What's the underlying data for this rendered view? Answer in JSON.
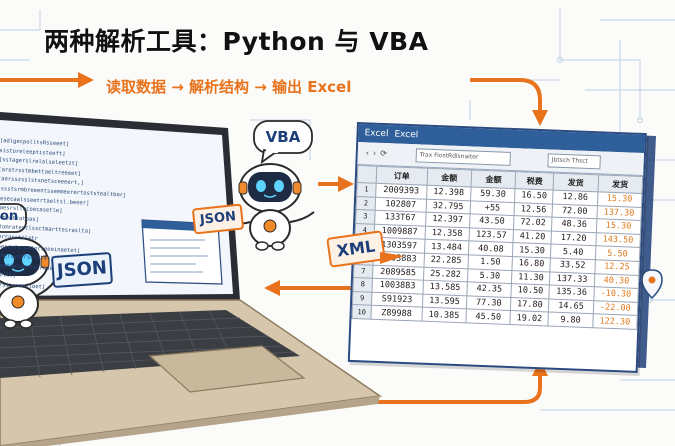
{
  "title": "两种解析工具：Python 与 VBA",
  "flow": "读取数据 → 解析结构 → 输出 Excel",
  "labels": {
    "vba": "VBA",
    "json_card": "JSON",
    "json_big": "JSON",
    "xml": "XML",
    "on": "on"
  },
  "excel": {
    "title_a": "Excel",
    "title_b": "Excel",
    "address": "Trax FiostRdlsnaiter",
    "search": "Jbtsch Thsct",
    "headers": [
      "",
      "订单",
      "金额",
      "金额",
      "税费",
      "发货",
      "发货"
    ],
    "rows": [
      [
        "1",
        "2009393",
        "12.398",
        "59.30",
        "16.50",
        "12.86",
        "15.30"
      ],
      [
        "2",
        "102807",
        "32.795",
        "+55",
        "12.56",
        "72.00",
        "137.30"
      ],
      [
        "3",
        "133T67",
        "12.397",
        "43.50",
        "72.02",
        "48.36",
        "15.30"
      ],
      [
        "4",
        "1009887",
        "12.358",
        "123.57",
        "41.20",
        "17.20",
        "143.50"
      ],
      [
        "5",
        "1303597",
        "13.484",
        "40.08",
        "15.30",
        "5.40",
        "5.50"
      ],
      [
        "6",
        "1003883",
        "22.285",
        "1.50",
        "16.80",
        "33.52",
        "12.25"
      ],
      [
        "7",
        "2089585",
        "25.282",
        "5.30",
        "11.30",
        "137.33",
        "40.30"
      ],
      [
        "8",
        "1003883",
        "13.585",
        "42.35",
        "10.50",
        "135.36",
        "-10.30"
      ],
      [
        "9",
        "S91923",
        "13.595",
        "77.30",
        "17.80",
        "14.65",
        "-22.00"
      ],
      [
        "10",
        "Z89988",
        "10.385",
        "45.50",
        "19.02",
        "9.80",
        "122.30"
      ]
    ]
  },
  "code_lines": [
    "[adlgecpolltsRsseeet]",
    "  sistoreleeptisteeft]",
    "    [sstagerslrelalseleetzt]",
    "      [aretrsstmbettaeltreeeet]",
    "      [aarsszsslstsnetsceeeert,]",
    "        [ssstsrmbreeentsseemeerertoststealtbarj",
    "          [esecaalsseetrtaeltsl.beeer]",
    "    aaesrsllecoecasetle]",
    "      )stenttateas]",
    "        ptomrateoclssctmarttesraslta]",
    "      perrasstslatr",
    "    [peccnfocootecteeeinaetet]",
    "      ssmeriyorrsslttat]",
    "        [teataelacrtasreaeseaeatll]",
    "        jmbllt]",
    "          [arsiaemmalloet]"
  ],
  "colors": {
    "accent_orange": "#e8731c",
    "navy": "#1c3f7a",
    "excel_blue": "#2f5f9a",
    "laptop_body": "#d6c7ac",
    "keyboard": "#3a3d42",
    "robot_white": "#ffffff",
    "robot_visor": "#1d2b44",
    "robot_eye": "#5fd3ff"
  },
  "icons": [
    "robot-icon",
    "laptop-icon",
    "arrow-icon",
    "location-pin-icon"
  ]
}
